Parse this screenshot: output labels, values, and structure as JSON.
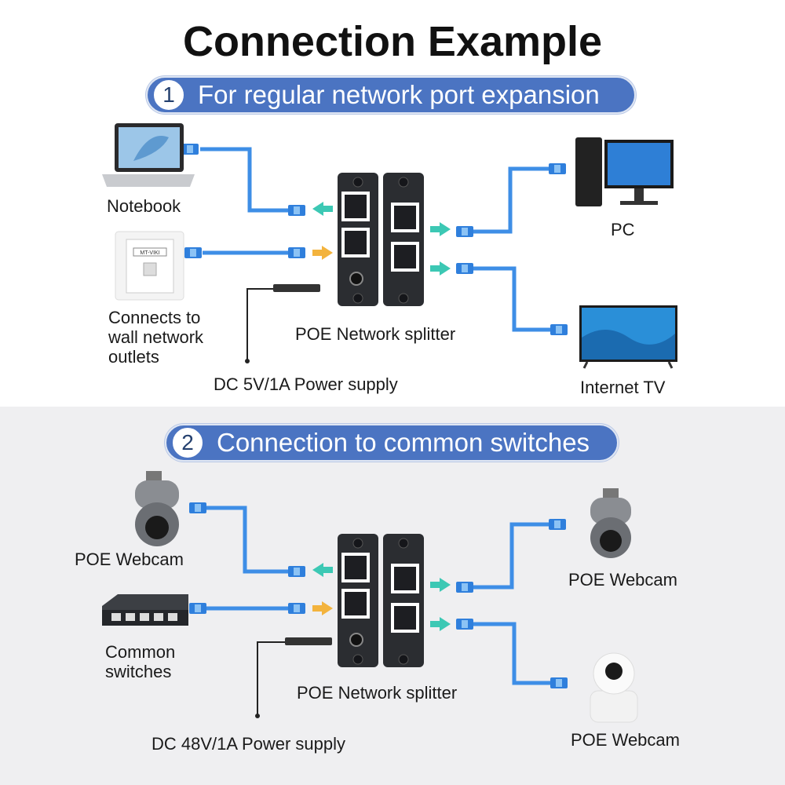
{
  "title": "Connection Example",
  "section1": {
    "number": "1",
    "heading": "For regular network port expansion",
    "labels": {
      "notebook": "Notebook",
      "wall": [
        "Connects to",
        "wall network",
        "outlets"
      ],
      "splitter": "POE Network splitter",
      "power": "DC 5V/1A Power supply",
      "pc": "PC",
      "tv": "Internet TV"
    }
  },
  "section2": {
    "number": "2",
    "heading": "Connection to common switches",
    "labels": {
      "webcam_left": "POE Webcam",
      "switch": [
        "Common",
        "switches"
      ],
      "splitter": "POE Network splitter",
      "power": "DC 48V/1A Power supply",
      "webcam_right_top": "POE Webcam",
      "webcam_right_bottom": "POE Webcam"
    }
  },
  "colors": {
    "accent": "#4b74c2",
    "cable": "#3e8ee6",
    "arrow_out": "#3cc8b4",
    "arrow_in": "#f3b33d",
    "device": "#2b2d31"
  },
  "wall_plate_logo": "MT-VIKI"
}
